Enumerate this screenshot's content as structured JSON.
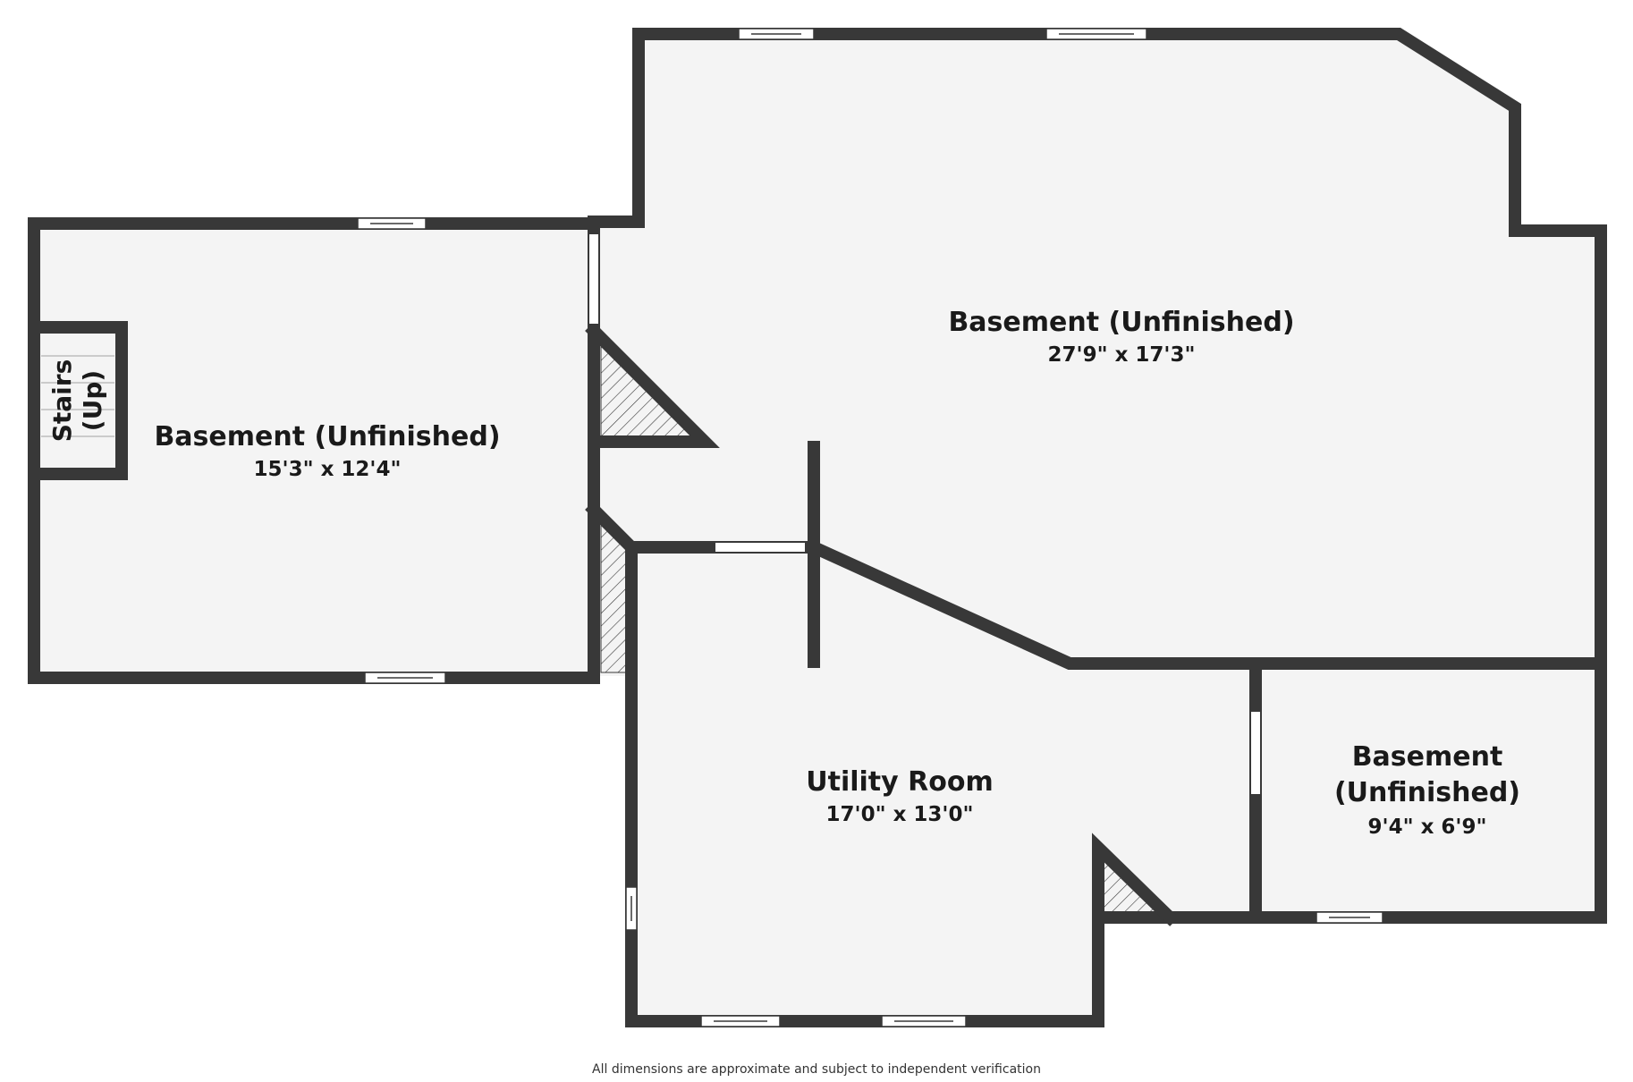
{
  "rooms": [
    {
      "name": "Basement (Unfinished)",
      "dimensions": "27'9\" x 17'3\""
    },
    {
      "name": "Basement (Unfinished)",
      "dimensions": "15'3\" x 12'4\""
    },
    {
      "name": "Utility Room",
      "dimensions": "17'0\" x 13'0\""
    },
    {
      "name_line1": "Basement",
      "name_line2": "(Unfinished)",
      "dimensions": "9'4\" x 6'9\""
    }
  ],
  "stairs": {
    "line1": "Stairs",
    "line2": "(Up)"
  },
  "footnote": "All dimensions are approximate and subject to independent verification"
}
